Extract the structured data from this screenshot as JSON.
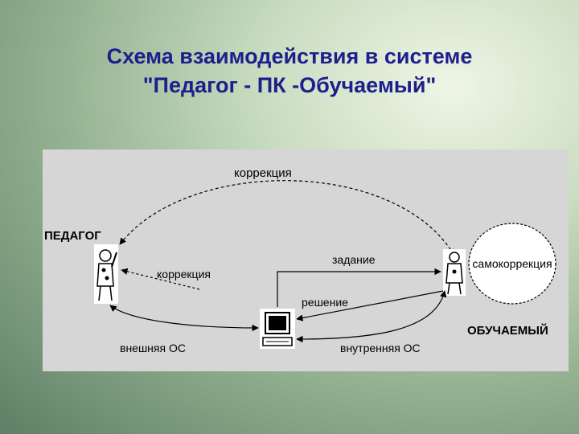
{
  "slide": {
    "title_line1": "Схема взаимодействия в системе",
    "title_line2": "\"Педагог - ПК -Обучаемый\""
  },
  "diagram": {
    "teacher_label": "ПЕДАГОГ",
    "student_label": "ОБУЧАЕМЫЙ",
    "top_arc_label": "коррекция",
    "teacher_correction_label": "коррекция",
    "task_label": "задание",
    "solution_label": "решение",
    "self_correction_label": "самокоррекция",
    "external_feedback_label": "внешняя ОС",
    "internal_feedback_label": "внутренняя ОС",
    "icons": [
      "teacher-figure-icon",
      "student-figure-icon",
      "computer-icon"
    ]
  }
}
